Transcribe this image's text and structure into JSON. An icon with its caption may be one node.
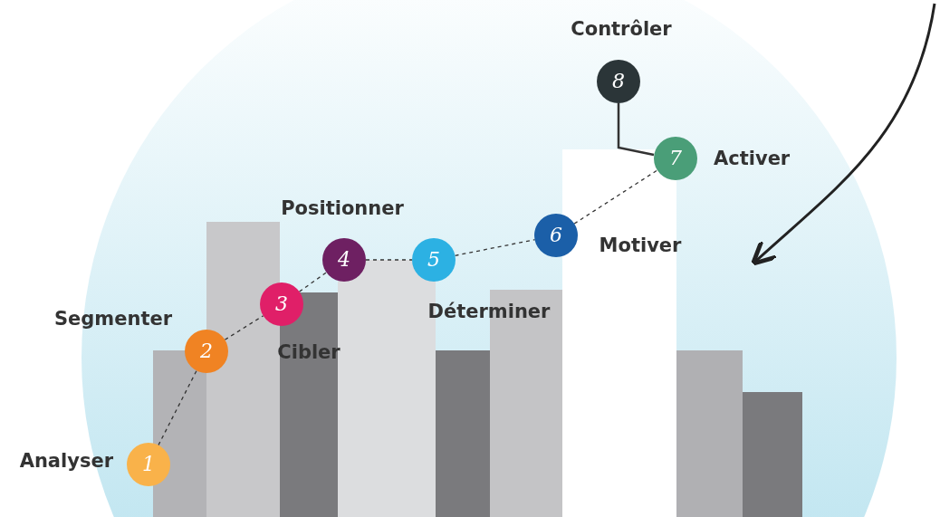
{
  "diagram": {
    "nodes": [
      {
        "text": [
          "1"
        ],
        "beside": [
          "Analyser"
        ]
      },
      {
        "text": [
          "2"
        ],
        "beside": [
          "Segmenter"
        ]
      },
      {
        "text": [
          "3"
        ],
        "beside": [
          "Cibler"
        ]
      },
      {
        "text": [
          "4"
        ],
        "beside": [
          "Positionner"
        ]
      },
      {
        "text": [
          "5"
        ],
        "beside": [
          "Déterminer"
        ]
      },
      {
        "text": [
          "6"
        ],
        "beside": [
          "Motiver"
        ]
      },
      {
        "text": [
          "7"
        ],
        "beside": [
          "Activer"
        ]
      },
      {
        "text": [
          "8"
        ],
        "beside": [
          "Contrôler"
        ]
      }
    ],
    "edges": [
      {
        "from": 0,
        "to": 1,
        "arrow": "none",
        "style": "dashed"
      },
      {
        "from": 1,
        "to": 2,
        "arrow": "none",
        "style": "dashed"
      },
      {
        "from": 2,
        "to": 3,
        "arrow": "none",
        "style": "dashed"
      },
      {
        "from": 3,
        "to": 4,
        "arrow": "none",
        "style": "dashed"
      },
      {
        "from": 4,
        "to": 5,
        "arrow": "none",
        "style": "dashed"
      },
      {
        "from": 5,
        "to": 6,
        "arrow": "none",
        "style": "dashed"
      },
      {
        "from": 7,
        "to": 6,
        "arrow": "none"
      }
    ]
  }
}
